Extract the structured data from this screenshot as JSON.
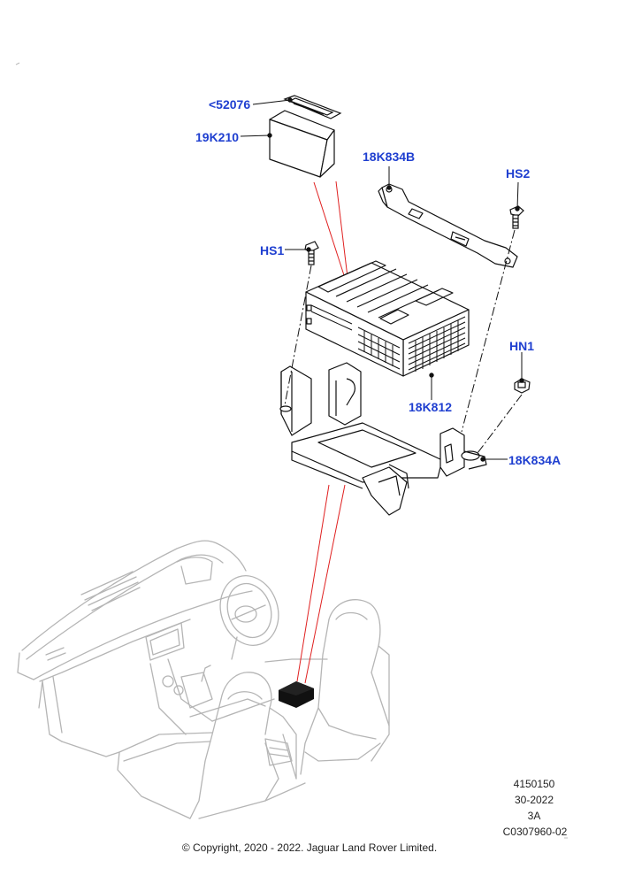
{
  "callouts": {
    "c52076": "<52076",
    "c19K210": "19K210",
    "c18K834B": "18K834B",
    "cHS2": "HS2",
    "cHS1": "HS1",
    "cHN1": "HN1",
    "c18K812": "18K812",
    "c18K834A": "18K834A"
  },
  "meta": {
    "illustration_number": "4150150",
    "date_code": "30-2022",
    "sheet": "3A",
    "drawing_code": "C0307960-02"
  },
  "copyright": "© Copyright, 2020 - 2022. Jaguar Land Rover Limited.",
  "colors": {
    "callout": "#1f3fd0",
    "leader_red": "#e02020",
    "line_dark": "#111111",
    "vehicle_gray": "#b5b5b5"
  }
}
